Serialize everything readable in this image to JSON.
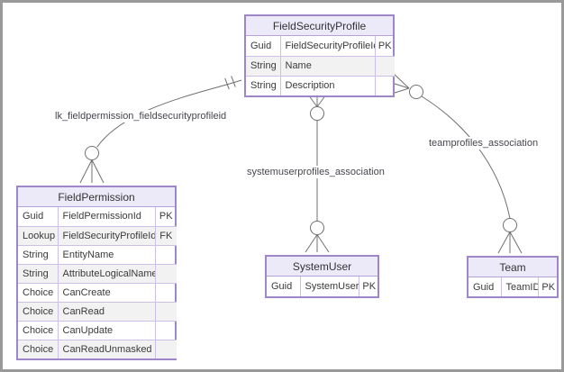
{
  "diagram": {
    "entities": [
      {
        "id": "fieldsecurityprofile",
        "title": "FieldSecurityProfile",
        "rows": [
          {
            "type": "Guid",
            "name": "FieldSecurityProfileId",
            "key": "PK"
          },
          {
            "type": "String",
            "name": "Name",
            "key": ""
          },
          {
            "type": "String",
            "name": "Description",
            "key": ""
          }
        ]
      },
      {
        "id": "fieldpermission",
        "title": "FieldPermission",
        "rows": [
          {
            "type": "Guid",
            "name": "FieldPermissionId",
            "key": "PK"
          },
          {
            "type": "Lookup",
            "name": "FieldSecurityProfileId",
            "key": "FK"
          },
          {
            "type": "String",
            "name": "EntityName",
            "key": ""
          },
          {
            "type": "String",
            "name": "AttributeLogicalName",
            "key": ""
          },
          {
            "type": "Choice",
            "name": "CanCreate",
            "key": ""
          },
          {
            "type": "Choice",
            "name": "CanRead",
            "key": ""
          },
          {
            "type": "Choice",
            "name": "CanUpdate",
            "key": ""
          },
          {
            "type": "Choice",
            "name": "CanReadUnmasked",
            "key": ""
          }
        ]
      },
      {
        "id": "systemuser",
        "title": "SystemUser",
        "rows": [
          {
            "type": "Guid",
            "name": "SystemUserId",
            "key": "PK"
          }
        ]
      },
      {
        "id": "team",
        "title": "Team",
        "rows": [
          {
            "type": "Guid",
            "name": "TeamID",
            "key": "PK"
          }
        ]
      }
    ],
    "relationships": [
      {
        "name": "lk_fieldpermission_fieldsecurityprofileid",
        "from": "FieldSecurityProfile",
        "to": "FieldPermission",
        "from_marker": "one",
        "to_marker": "zero-or-many"
      },
      {
        "name": "systemuserprofiles_association",
        "from": "FieldSecurityProfile",
        "to": "SystemUser",
        "from_marker": "zero-or-many",
        "to_marker": "zero-or-many"
      },
      {
        "name": "teamprofiles_association",
        "from": "FieldSecurityProfile",
        "to": "Team",
        "from_marker": "zero-or-many",
        "to_marker": "zero-or-many"
      }
    ],
    "colors": {
      "frame": "#999999",
      "canvas": "#ffffff",
      "table_border": "#9e86c8",
      "grid_line": "#cdc0e8",
      "header_fill": "#ece9f9",
      "row_fill": "#ffffff",
      "row_alt_fill": "#f2f2f2",
      "edge": "#707070",
      "label_text": "#45454e",
      "cell_text": "#3a3a3a"
    }
  }
}
